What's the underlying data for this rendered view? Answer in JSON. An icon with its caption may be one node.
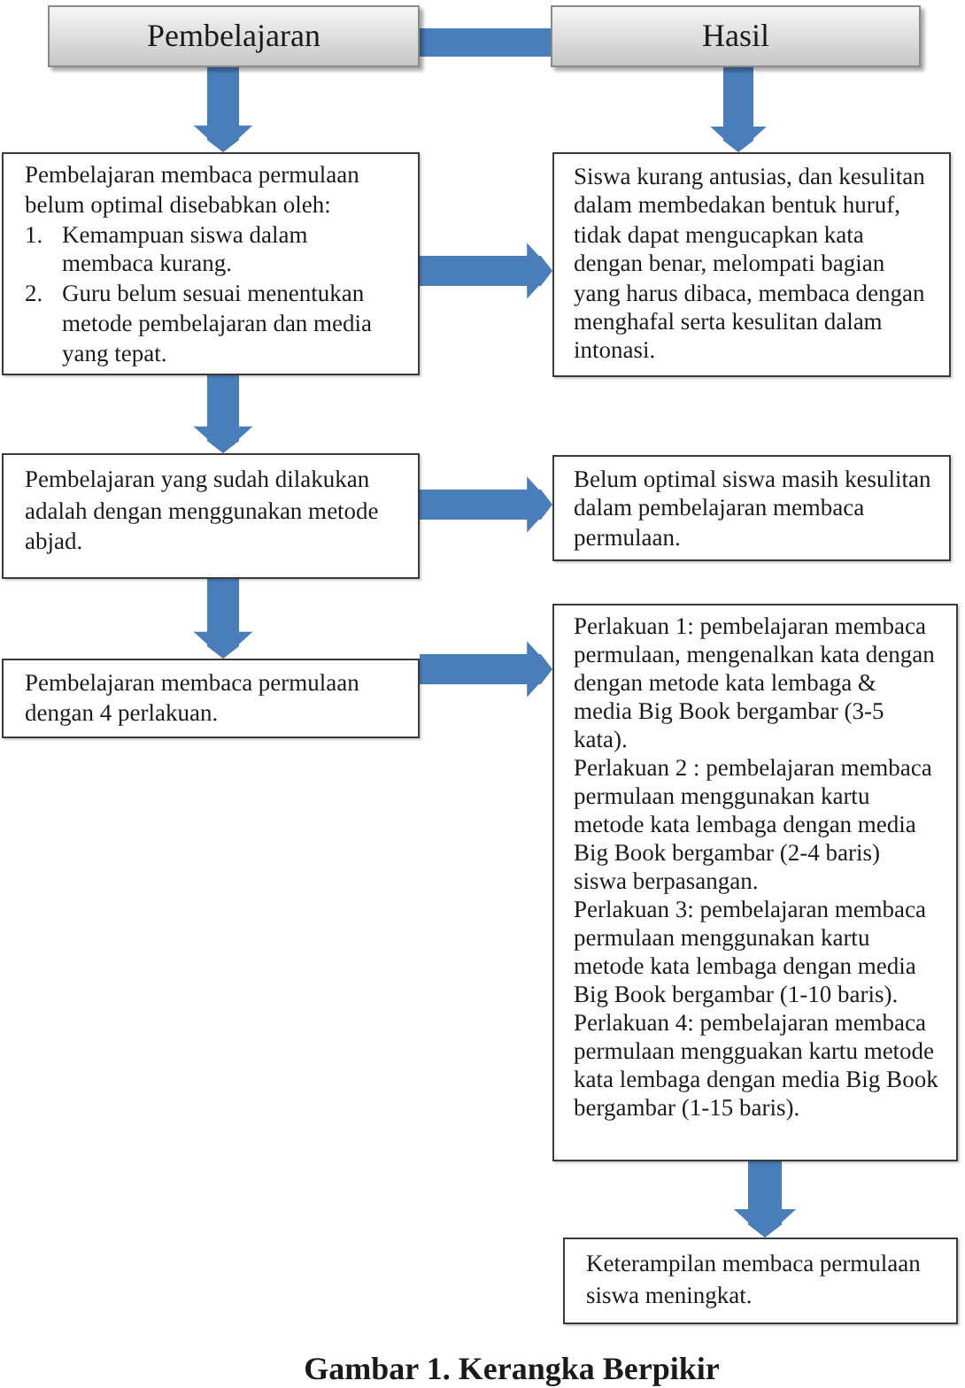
{
  "diagram": {
    "caption": "Gambar 1. Kerangka Berpikir",
    "nodes": [
      {
        "text": [
          "Pembelajaran"
        ]
      },
      {
        "text": [
          "Hasil"
        ]
      },
      {
        "text": [
          "Pembelajaran membaca permulaan belum optimal disebabkan oleh:",
          "1. Kemampuan siswa dalam membaca kurang.",
          "2. Guru belum sesuai menentukan metode pembelajaran dan media yang tepat."
        ]
      },
      {
        "text": [
          "Siswa kurang antusias, dan kesulitan dalam membedakan bentuk huruf, tidak dapat mengucapkan kata dengan benar, melompati bagian yang harus dibaca, membaca dengan menghafal serta kesulitan dalam intonasi."
        ]
      },
      {
        "text": [
          "Pembelajaran yang sudah dilakukan adalah dengan menggunakan metode abjad."
        ]
      },
      {
        "text": [
          "Belum optimal siswa masih kesulitan dalam pembelajaran membaca permulaan."
        ]
      },
      {
        "text": [
          "Pembelajaran membaca permulaan dengan 4 perlakuan."
        ]
      },
      {
        "text": [
          "Perlakuan 1: pembelajaran membaca permulaan, mengenalkan kata dengan dengan metode kata lembaga & media Big Book bergambar (3-5 kata).",
          "Perlakuan 2 : pembelajaran membaca permulaan menggunakan kartu metode kata lembaga dengan media Big Book bergambar (2-4 baris) siswa berpasangan.",
          "Perlakuan 3: pembelajaran membaca permulaan menggunakan kartu metode kata lembaga dengan media Big Book bergambar (1-10 baris).",
          "Perlakuan 4: pembelajaran membaca permulaan mengguakan kartu metode kata lembaga dengan media Big Book bergambar (1-15 baris)."
        ]
      },
      {
        "text": [
          "Keterampilan membaca permulaan siswa meningkat."
        ]
      }
    ],
    "edges": [
      {
        "from": 0,
        "to": 1,
        "arrow": "none"
      },
      {
        "from": 0,
        "to": 2,
        "arrow": "to"
      },
      {
        "from": 1,
        "to": 3,
        "arrow": "to"
      },
      {
        "from": 2,
        "to": 3,
        "arrow": "to"
      },
      {
        "from": 2,
        "to": 4,
        "arrow": "to"
      },
      {
        "from": 4,
        "to": 5,
        "arrow": "to"
      },
      {
        "from": 4,
        "to": 6,
        "arrow": "to"
      },
      {
        "from": 6,
        "to": 7,
        "arrow": "to"
      },
      {
        "from": 7,
        "to": 8,
        "arrow": "to"
      }
    ]
  }
}
